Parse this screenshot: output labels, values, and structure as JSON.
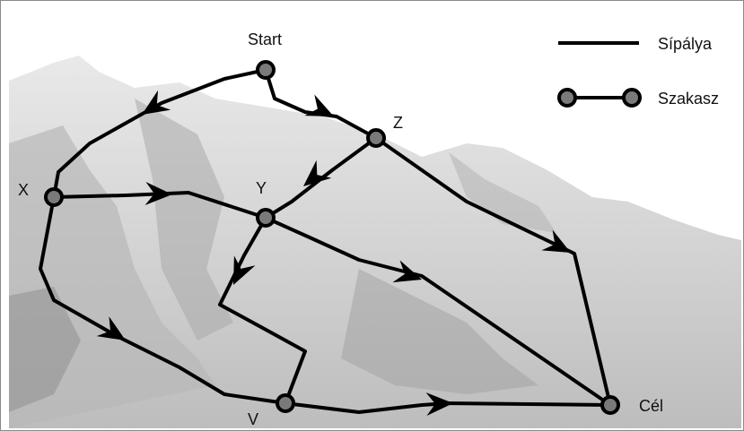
{
  "nodes": {
    "start": "Start",
    "z": "Z",
    "x": "X",
    "y": "Y",
    "v": "V",
    "cel": "Cél"
  },
  "legend": {
    "slope_label": "Sípálya",
    "segment_label": "Szakasz"
  },
  "colors": {
    "line": "#000000",
    "node_fill": "#7a7a7a",
    "background_sky": "#ffffff",
    "mountain": "#cfcfcf"
  },
  "background": "snowy-mountain-photo-grayscale"
}
